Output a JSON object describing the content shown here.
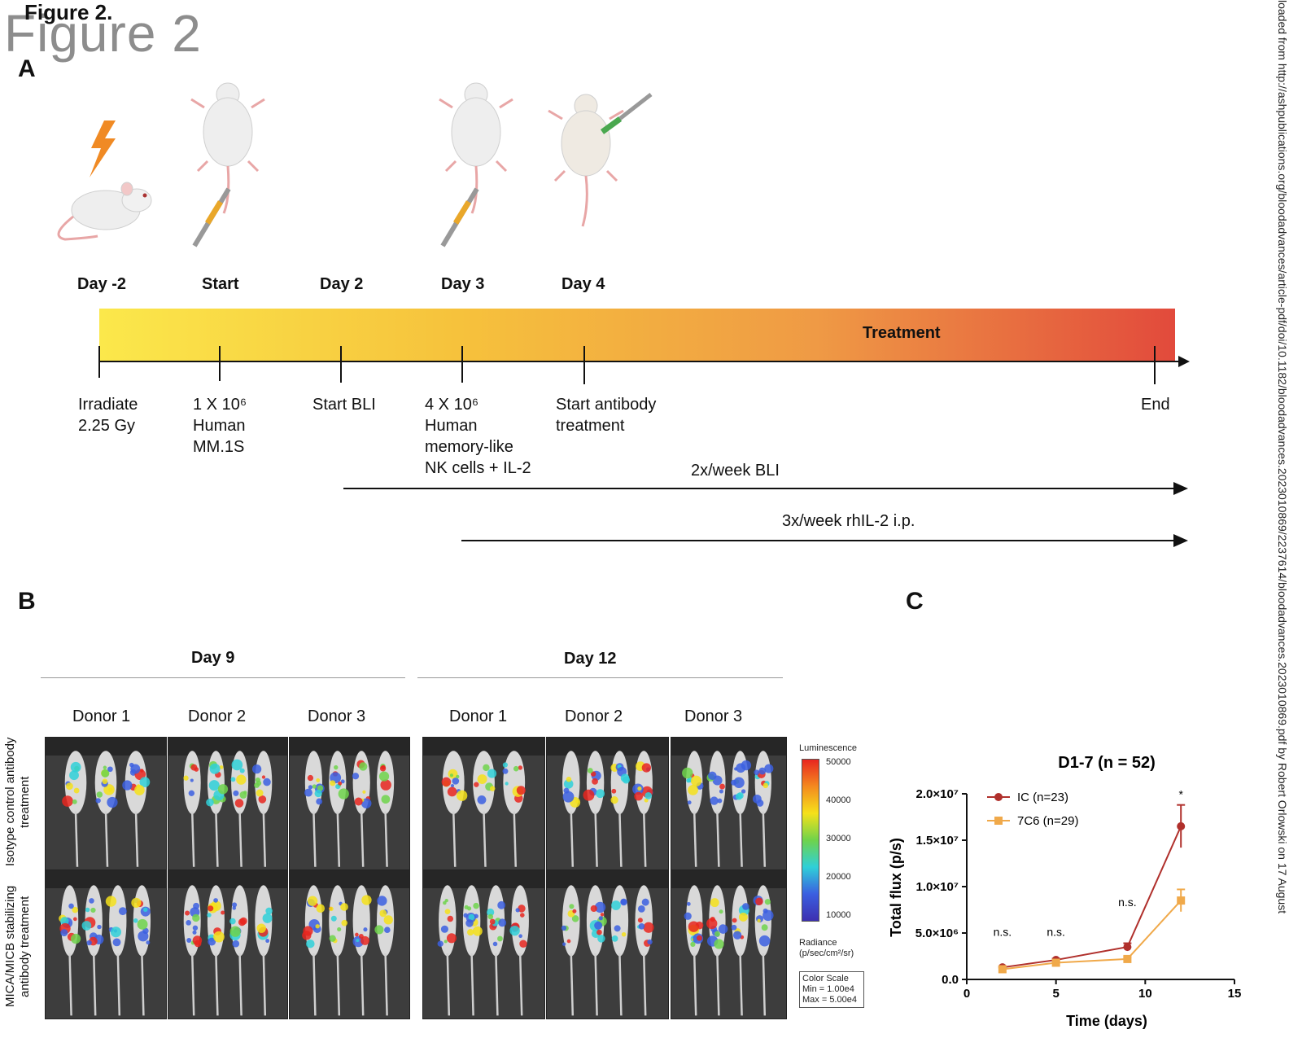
{
  "figure": {
    "caption_small": "Figure 2.",
    "caption_large": "Figure 2"
  },
  "watermark": "loaded from http://ashpublications.org/bloodadvances/article-pdf/doi/10.1182/bloodadvances.2023010869/2237614/bloodadvances.2023010869.pdf by Robert Orlowski on 17 August",
  "panel_a": {
    "letter": "A",
    "days": [
      "Day -2",
      "Start",
      "Day 2",
      "Day 3",
      "Day 4"
    ],
    "treatment_label": "Treatment",
    "events": [
      "Irradiate\n2.25 Gy",
      "1 X 10⁶\nHuman\nMM.1S",
      "Start BLI",
      "4 X 10⁶\nHuman\nmemory-like\nNK cells + IL-2",
      "Start antibody\ntreatment",
      "End"
    ],
    "arrows": [
      "2x/week BLI",
      "3x/week rhIL-2 i.p."
    ],
    "gradient_colors": [
      "#fbe84b",
      "#f6c23c",
      "#ef9a45",
      "#e24a3c"
    ]
  },
  "panel_b": {
    "letter": "B",
    "groups": [
      {
        "day": "Day 9",
        "donors": [
          "Donor 1",
          "Donor 2",
          "Donor 3"
        ]
      },
      {
        "day": "Day 12",
        "donors": [
          "Donor 1",
          "Donor 2",
          "Donor 3"
        ]
      }
    ],
    "row_labels": [
      "Isotype control\nantibody treatment",
      "MICA/MICB stabilizing\nantibody treatment"
    ],
    "colorbar": {
      "title": "Luminescence",
      "ticks": [
        "50000",
        "40000",
        "30000",
        "20000",
        "10000"
      ],
      "radiance_label": "Radiance\n(p/sec/cm²/sr)",
      "scale_box": "Color Scale\nMin = 1.00e4\nMax = 5.00e4"
    }
  },
  "panel_c": {
    "letter": "C",
    "chart_data": {
      "type": "line",
      "title": "D1-7 (n = 52)",
      "xlabel": "Time (days)",
      "ylabel": "Total flux (p/s)",
      "xlim": [
        0,
        15
      ],
      "ylim": [
        0,
        20000000
      ],
      "x_ticks": [
        "0",
        "5",
        "10",
        "15"
      ],
      "y_ticks": [
        "0.0",
        "5.0×10⁶",
        "1.0×10⁷",
        "1.5×10⁷",
        "2.0×10⁷"
      ],
      "x": [
        2,
        5,
        9,
        12
      ],
      "series": [
        {
          "name": "IC (n=23)",
          "color": "#b0302c",
          "marker": "circle",
          "values": [
            1300000,
            2100000,
            3500000,
            16500000
          ],
          "errors": [
            100000,
            150000,
            400000,
            2300000
          ]
        },
        {
          "name": "7C6 (n=29)",
          "color": "#f0a94a",
          "marker": "square",
          "values": [
            1100000,
            1800000,
            2200000,
            8500000
          ],
          "errors": [
            100000,
            150000,
            200000,
            1200000
          ]
        }
      ],
      "annotations": [
        {
          "x": 2,
          "y": 4700000,
          "text": "n.s."
        },
        {
          "x": 5,
          "y": 4700000,
          "text": "n.s."
        },
        {
          "x": 9,
          "y": 7900000,
          "text": "n.s."
        },
        {
          "x": 12,
          "y": 19500000,
          "text": "*"
        }
      ],
      "legend": "top-left"
    }
  }
}
